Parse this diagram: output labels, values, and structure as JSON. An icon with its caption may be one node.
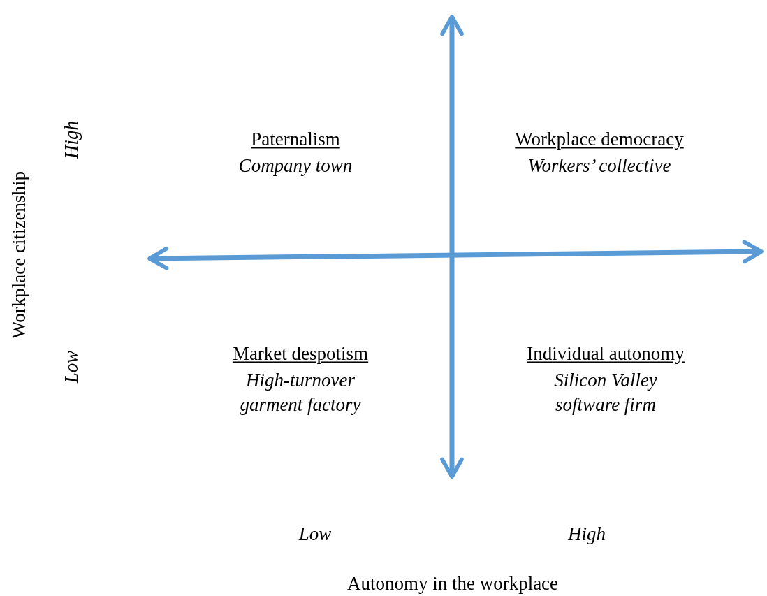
{
  "diagram": {
    "labels": [
      "High",
      "Paternalism",
      "Company town",
      "Workplace democracy",
      "Workers’ collective",
      "Workplace citizenship",
      "Low",
      "Market despotism",
      "High-turnover garment factory",
      "Individual autonomy",
      "Silicon Valley software firm",
      "Low",
      "High",
      "Autonomy in the workplace"
    ]
  }
}
